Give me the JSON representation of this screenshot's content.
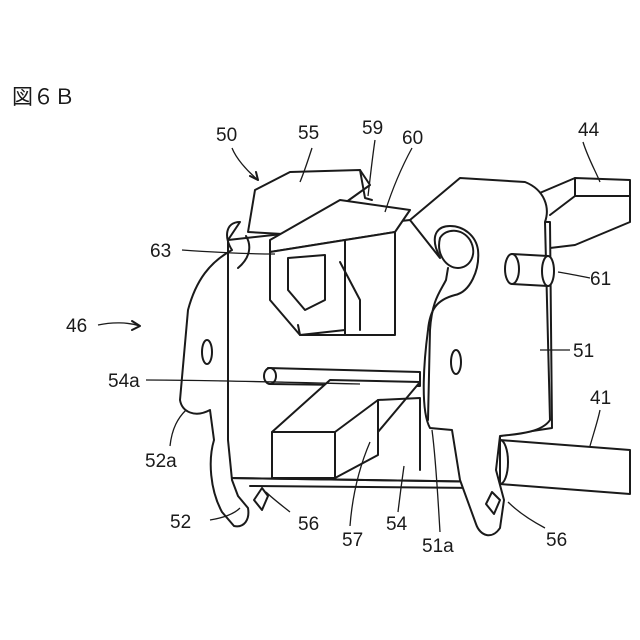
{
  "figure": {
    "title": "図６Ｂ",
    "labels": {
      "l50": "50",
      "l55": "55",
      "l59": "59",
      "l60": "60",
      "l44": "44",
      "l63": "63",
      "l61": "61",
      "l46": "46",
      "l51": "51",
      "l54a": "54a",
      "l41": "41",
      "l52a": "52a",
      "l52": "52",
      "l56_left": "56",
      "l57": "57",
      "l54": "54",
      "l51a": "51a",
      "l56_right": "56"
    }
  }
}
